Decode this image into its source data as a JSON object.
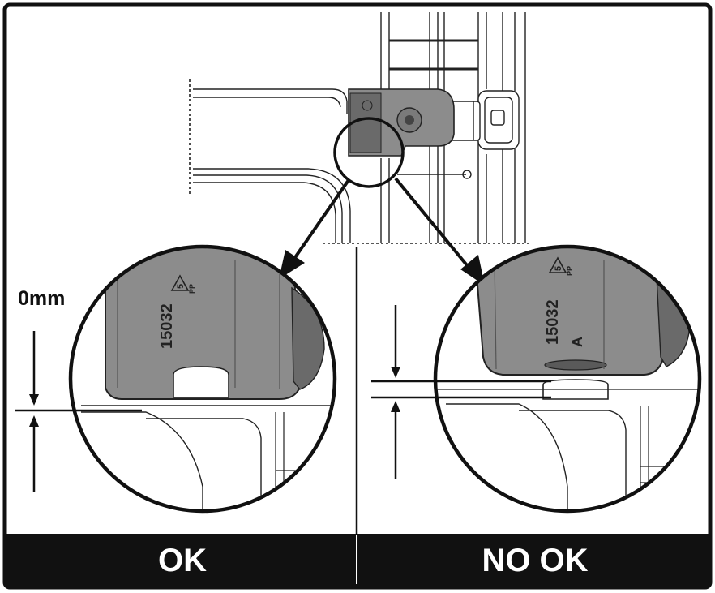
{
  "measure": {
    "zero_gap": "0mm"
  },
  "part_marks": {
    "left_code": "15032",
    "right_code": "15032",
    "recycle_number": "5",
    "recycle_material": "PP",
    "revision": "A"
  },
  "footer": {
    "ok_label": "OK",
    "nok_label": "NO OK"
  },
  "colors": {
    "frame": "#111111",
    "footer_bg": "#111111",
    "footer_text": "#ffffff",
    "part_fill": "#8c8c8c",
    "part_dark": "#5f5f5f",
    "line": "#222222"
  }
}
